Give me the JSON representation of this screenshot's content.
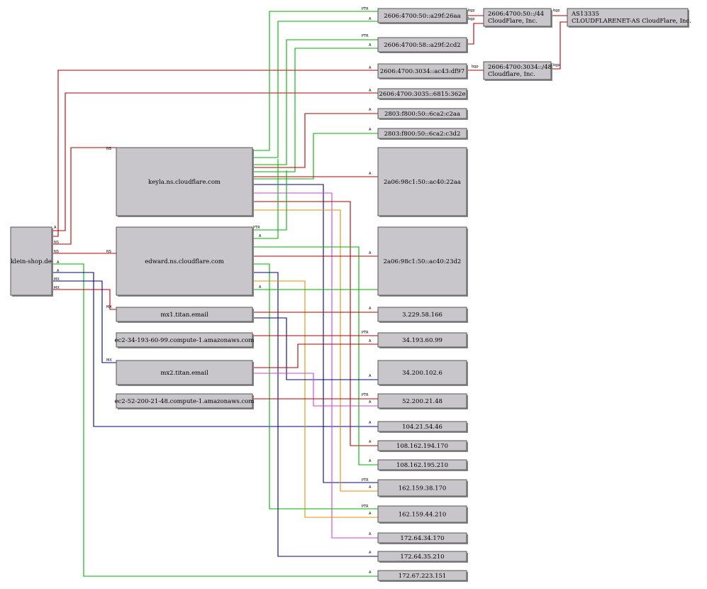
{
  "colors": {
    "red": "#b00000",
    "green": "#00b000",
    "blue": "#000090",
    "orange": "#e09000",
    "magenta": "#d040d0"
  },
  "nodes": [
    {
      "id": "klein",
      "label": "klein-shop.de"
    },
    {
      "id": "keyla",
      "label": "keyla.ns.cloudflare.com"
    },
    {
      "id": "edward",
      "label": "edward.ns.cloudflare.com"
    },
    {
      "id": "mx1",
      "label": "mx1.titan.email"
    },
    {
      "id": "ec2a",
      "label": "ec2-34-193-60-99.compute-1.amazonaws.com"
    },
    {
      "id": "mx2",
      "label": "mx2.titan.email"
    },
    {
      "id": "ec2b",
      "label": "ec2-52-200-21-48.compute-1.amazonaws.com"
    },
    {
      "id": "v6a",
      "label": "2606:4700:50::a29f:26aa"
    },
    {
      "id": "v6b",
      "label": "2606:4700:58::a29f:2cd2"
    },
    {
      "id": "v6c",
      "label": "2606:4700:3034::ac43:df97"
    },
    {
      "id": "v6d",
      "label": "2606:4700:3035::6815:362e"
    },
    {
      "id": "v6e",
      "label": "2803:f800:50::6ca2:c2aa"
    },
    {
      "id": "v6f",
      "label": "2803:f800:50::6ca2:c3d2"
    },
    {
      "id": "v6g",
      "label": "2a06:98c1:50::ac40:22aa"
    },
    {
      "id": "v6h",
      "label": "2a06:98c1:50::ac40:23d2"
    },
    {
      "id": "ip1",
      "label": "3.229.58.166"
    },
    {
      "id": "ip2",
      "label": "34.193.60.99"
    },
    {
      "id": "ip3",
      "label": "34.200.102.6"
    },
    {
      "id": "ip4",
      "label": "52.200.21.48"
    },
    {
      "id": "ip5",
      "label": "104.21.54.46"
    },
    {
      "id": "ip6",
      "label": "108.162.194.170"
    },
    {
      "id": "ip7",
      "label": "108.162.195.210"
    },
    {
      "id": "ip8",
      "label": "162.159.38.170"
    },
    {
      "id": "ip9",
      "label": "162.159.44.210"
    },
    {
      "id": "ip10",
      "label": "172.64.34.170"
    },
    {
      "id": "ip11",
      "label": "172.64.35.210"
    },
    {
      "id": "ip12",
      "label": "172.67.223.151"
    },
    {
      "id": "pfx1",
      "label1": "2606:4700:50::/44",
      "label2": "CloudFlare, Inc."
    },
    {
      "id": "pfx2",
      "label1": "2606:4700:3034::/48",
      "label2": "Cloudflare, Inc."
    },
    {
      "id": "asn",
      "label1": "AS13335",
      "label2": "CLOUDFLARENET-AS CloudFlare, Inc."
    }
  ],
  "edge_labels": {
    "ns": "NS",
    "a": "A",
    "mx": "MX",
    "ptr": "PTR",
    "bgp": "bgp"
  }
}
